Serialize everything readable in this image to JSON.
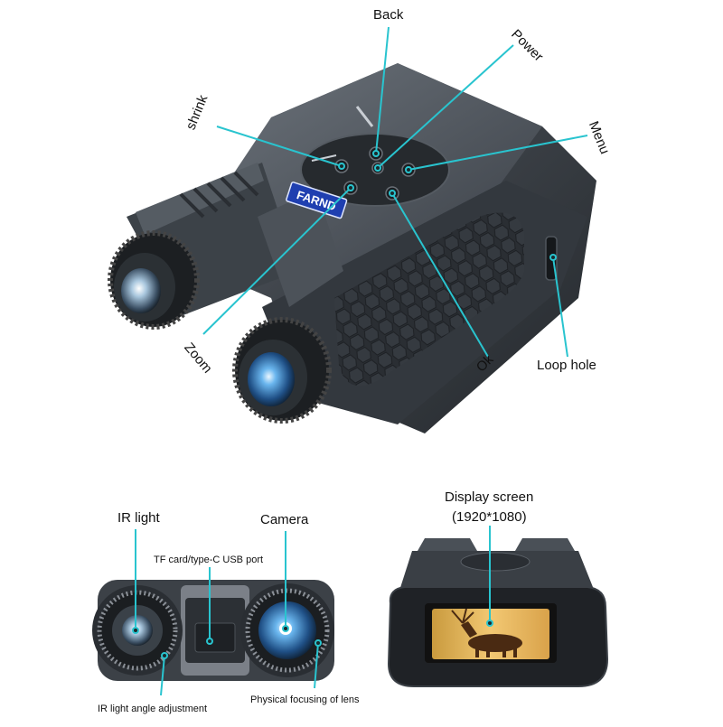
{
  "brand": {
    "logo_text": "FARND"
  },
  "top_callouts": {
    "back": "Back",
    "power": "Power",
    "shrink": "shrink",
    "menu": "Menu",
    "zoom": "Zoom",
    "ok": "Ok",
    "loop_hole": "Loop hole"
  },
  "bottom_left_callouts": {
    "ir_light": "IR light",
    "camera": "Camera",
    "tf_port": "TF card/type-C USB port",
    "ir_angle": "IR light angle adjustment",
    "focusing": "Physical focusing of lens"
  },
  "bottom_right_callouts": {
    "display_screen": "Display screen",
    "resolution": "(1920*1080)"
  },
  "colors": {
    "callout_line": "#29c4cf",
    "body_dark": "#2e3338",
    "body_mid": "#454b52",
    "badge_blue": "#1f3fb0",
    "lens_blue": "#3a8fd6"
  }
}
